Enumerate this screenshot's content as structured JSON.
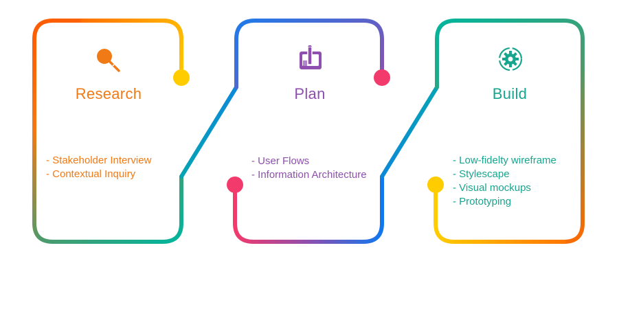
{
  "colors": {
    "research": "#F07A16",
    "plan": "#8E4FAE",
    "build": "#17A58E",
    "yellow": "#FFCC00",
    "pink": "#F23A6C",
    "blue": "#1177EE",
    "teal": "#00B59E",
    "orange": "#FF6A00",
    "green": "#4E9A6B"
  },
  "stages": [
    {
      "title": "Research",
      "icon": "magnifier-icon",
      "items": [
        "- Stakeholder Interview",
        "- Contextual Inquiry"
      ]
    },
    {
      "title": "Plan",
      "icon": "clipboard-pencil-icon",
      "items": [
        "- User Flows",
        "- Information Architecture"
      ]
    },
    {
      "title": "Build",
      "icon": "gear-cycle-icon",
      "items": [
        "- Low-fidelty wireframe",
        "- Stylescape",
        "- Visual mockups",
        "- Prototyping"
      ]
    }
  ]
}
